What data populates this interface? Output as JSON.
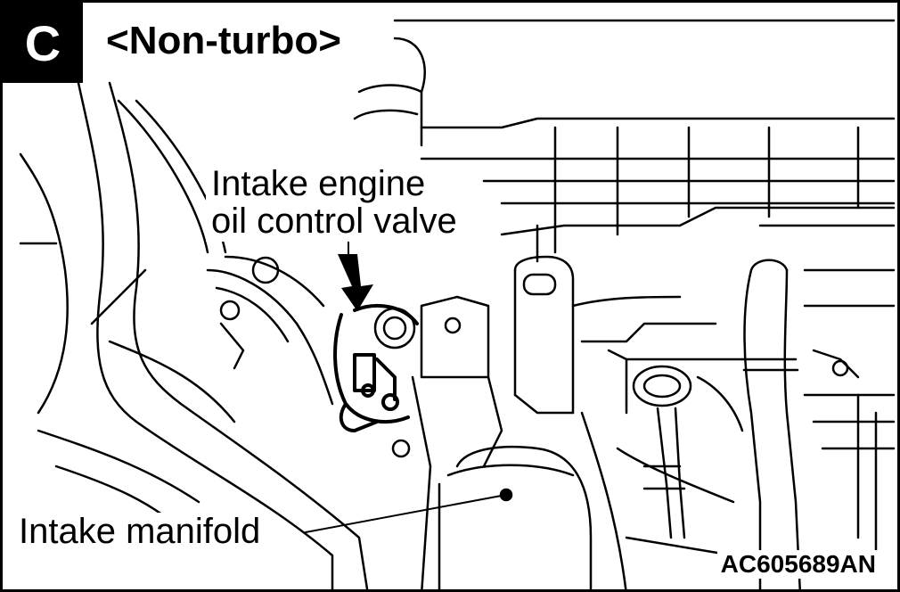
{
  "badge": "C",
  "variant_label": "<Non-turbo>",
  "callouts": {
    "valve_line1": "Intake engine",
    "valve_line2": "oil control valve",
    "manifold": "Intake manifold"
  },
  "figure_code": "AC605689AN",
  "colors": {
    "ink": "#000000",
    "paper": "#ffffff"
  }
}
